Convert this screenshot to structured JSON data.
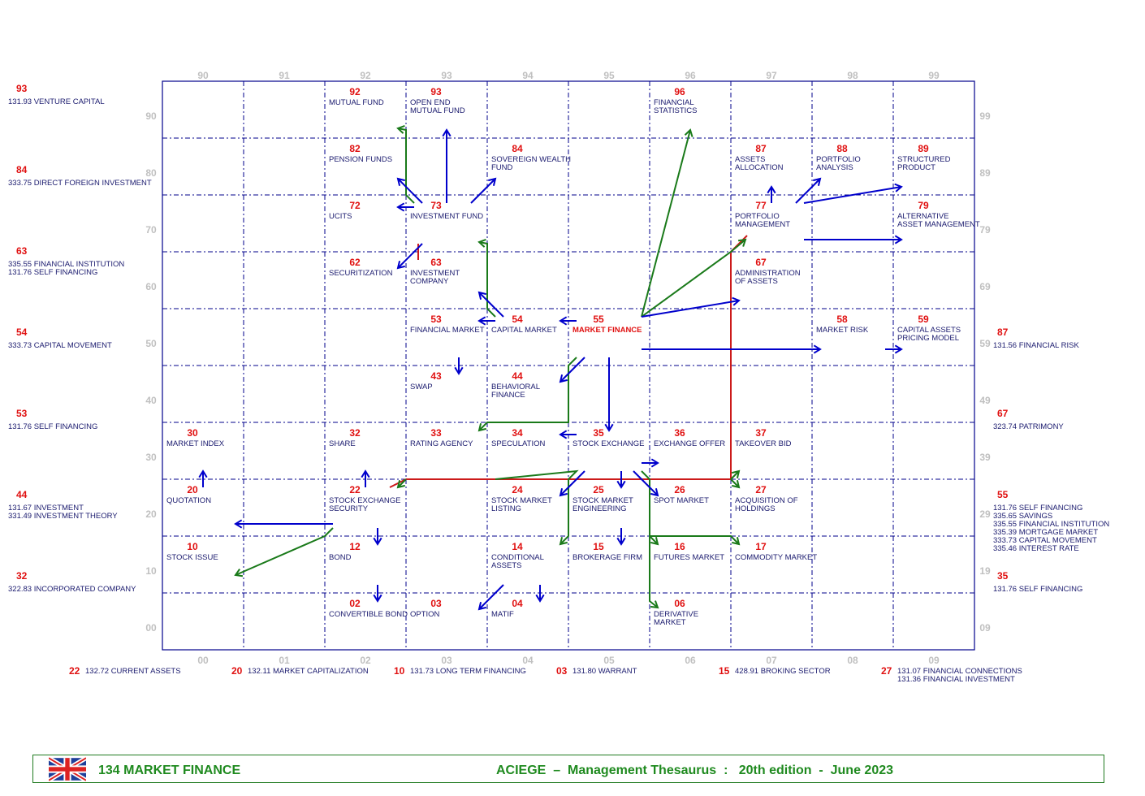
{
  "colors": {
    "grid": "#00008b",
    "axis_label": "#c0c0c0",
    "cell_number": "#e01010",
    "cell_label": "#1a1a6e",
    "arrow_blue": "#0000cc",
    "arrow_green": "#1a7a1a",
    "arrow_red": "#cc1a1a",
    "footer_text": "#1f8a1f"
  },
  "axes": {
    "top": [
      "90",
      "91",
      "92",
      "93",
      "94",
      "95",
      "96",
      "97",
      "98",
      "99"
    ],
    "bottom": [
      "00",
      "01",
      "02",
      "03",
      "04",
      "05",
      "06",
      "07",
      "08",
      "09"
    ],
    "left": [
      "90",
      "80",
      "70",
      "60",
      "50",
      "40",
      "30",
      "20",
      "10",
      "00"
    ],
    "right": [
      "99",
      "89",
      "79",
      "69",
      "59",
      "49",
      "39",
      "29",
      "19",
      "09"
    ]
  },
  "cells": [
    {
      "code": "92",
      "col": 2,
      "row": 0,
      "lines": [
        "MUTUAL FUND"
      ]
    },
    {
      "code": "93",
      "col": 3,
      "row": 0,
      "lines": [
        "OPEN END",
        "MUTUAL FUND"
      ]
    },
    {
      "code": "96",
      "col": 6,
      "row": 0,
      "lines": [
        "FINANCIAL",
        "STATISTICS"
      ]
    },
    {
      "code": "82",
      "col": 2,
      "row": 1,
      "lines": [
        "PENSION FUNDS"
      ]
    },
    {
      "code": "84",
      "col": 4,
      "row": 1,
      "lines": [
        "SOVEREIGN WEALTH",
        "FUND"
      ]
    },
    {
      "code": "87",
      "col": 7,
      "row": 1,
      "lines": [
        "ASSETS",
        "ALLOCATION"
      ]
    },
    {
      "code": "88",
      "col": 8,
      "row": 1,
      "lines": [
        "PORTFOLIO",
        "ANALYSIS"
      ]
    },
    {
      "code": "89",
      "col": 9,
      "row": 1,
      "lines": [
        "STRUCTURED",
        "PRODUCT"
      ]
    },
    {
      "code": "72",
      "col": 2,
      "row": 2,
      "lines": [
        "UCITS"
      ]
    },
    {
      "code": "73",
      "col": 3,
      "row": 2,
      "lines": [
        "INVESTMENT FUND"
      ]
    },
    {
      "code": "77",
      "col": 7,
      "row": 2,
      "lines": [
        "PORTFOLIO",
        "MANAGEMENT"
      ]
    },
    {
      "code": "79",
      "col": 9,
      "row": 2,
      "lines": [
        "ALTERNATIVE",
        "ASSET MANAGEMENT"
      ]
    },
    {
      "code": "62",
      "col": 2,
      "row": 3,
      "lines": [
        "SECURITIZATION"
      ]
    },
    {
      "code": "63",
      "col": 3,
      "row": 3,
      "lines": [
        "INVESTMENT",
        "COMPANY"
      ]
    },
    {
      "code": "67",
      "col": 7,
      "row": 3,
      "lines": [
        "ADMINISTRATION",
        "OF ASSETS"
      ]
    },
    {
      "code": "53",
      "col": 3,
      "row": 4,
      "lines": [
        "FINANCIAL MARKET"
      ]
    },
    {
      "code": "54",
      "col": 4,
      "row": 4,
      "lines": [
        "CAPITAL MARKET"
      ]
    },
    {
      "code": "55",
      "col": 5,
      "row": 4,
      "lines": [
        "MARKET FINANCE"
      ],
      "highlight": true
    },
    {
      "code": "58",
      "col": 8,
      "row": 4,
      "lines": [
        "MARKET RISK"
      ]
    },
    {
      "code": "59",
      "col": 9,
      "row": 4,
      "lines": [
        "CAPITAL ASSETS",
        "PRICING MODEL"
      ]
    },
    {
      "code": "43",
      "col": 3,
      "row": 5,
      "lines": [
        "SWAP"
      ]
    },
    {
      "code": "44",
      "col": 4,
      "row": 5,
      "lines": [
        "BEHAVIORAL",
        "FINANCE"
      ]
    },
    {
      "code": "30",
      "col": 0,
      "row": 6,
      "lines": [
        "MARKET INDEX"
      ]
    },
    {
      "code": "32",
      "col": 2,
      "row": 6,
      "lines": [
        "SHARE"
      ]
    },
    {
      "code": "33",
      "col": 3,
      "row": 6,
      "lines": [
        "RATING AGENCY"
      ]
    },
    {
      "code": "34",
      "col": 4,
      "row": 6,
      "lines": [
        "SPECULATION"
      ]
    },
    {
      "code": "35",
      "col": 5,
      "row": 6,
      "lines": [
        "STOCK EXCHANGE"
      ]
    },
    {
      "code": "36",
      "col": 6,
      "row": 6,
      "lines": [
        "EXCHANGE OFFER"
      ]
    },
    {
      "code": "37",
      "col": 7,
      "row": 6,
      "lines": [
        "TAKEOVER BID"
      ]
    },
    {
      "code": "20",
      "col": 0,
      "row": 7,
      "lines": [
        "QUOTATION"
      ]
    },
    {
      "code": "22",
      "col": 2,
      "row": 7,
      "lines": [
        "STOCK EXCHANGE",
        "SECURITY"
      ]
    },
    {
      "code": "24",
      "col": 4,
      "row": 7,
      "lines": [
        "STOCK MARKET",
        "LISTING"
      ]
    },
    {
      "code": "25",
      "col": 5,
      "row": 7,
      "lines": [
        "STOCK MARKET",
        "ENGINEERING"
      ]
    },
    {
      "code": "26",
      "col": 6,
      "row": 7,
      "lines": [
        "SPOT MARKET"
      ]
    },
    {
      "code": "27",
      "col": 7,
      "row": 7,
      "lines": [
        "ACQUISITION OF",
        "HOLDINGS"
      ]
    },
    {
      "code": "10",
      "col": 0,
      "row": 8,
      "lines": [
        "STOCK ISSUE"
      ]
    },
    {
      "code": "12",
      "col": 2,
      "row": 8,
      "lines": [
        "BOND"
      ]
    },
    {
      "code": "14",
      "col": 4,
      "row": 8,
      "lines": [
        "CONDITIONAL",
        "ASSETS"
      ]
    },
    {
      "code": "15",
      "col": 5,
      "row": 8,
      "lines": [
        "BROKERAGE FIRM"
      ]
    },
    {
      "code": "16",
      "col": 6,
      "row": 8,
      "lines": [
        "FUTURES MARKET"
      ]
    },
    {
      "code": "17",
      "col": 7,
      "row": 8,
      "lines": [
        "COMMODITY MARKET"
      ]
    },
    {
      "code": "02",
      "col": 2,
      "row": 9,
      "lines": [
        "CONVERTIBLE BOND"
      ]
    },
    {
      "code": "03",
      "col": 3,
      "row": 9,
      "lines": [
        "OPTION"
      ]
    },
    {
      "code": "04",
      "col": 4,
      "row": 9,
      "lines": [
        "MATIF"
      ]
    },
    {
      "code": "06",
      "col": 6,
      "row": 9,
      "lines": [
        "DERIVATIVE",
        "MARKET"
      ]
    }
  ],
  "left_refs": [
    {
      "code": "93",
      "lines": [
        "131.93 VENTURE CAPITAL"
      ]
    },
    {
      "code": "84",
      "lines": [
        "333.75 DIRECT FOREIGN INVESTMENT"
      ]
    },
    {
      "code": "63",
      "lines": [
        "335.55 FINANCIAL INSTITUTION",
        "131.76 SELF FINANCING"
      ]
    },
    {
      "code": "54",
      "lines": [
        "333.73 CAPITAL MOVEMENT"
      ]
    },
    {
      "code": "53",
      "lines": [
        "131.76 SELF FINANCING"
      ]
    },
    {
      "code": "44",
      "lines": [
        "131.67 INVESTMENT",
        "331.49 INVESTMENT THEORY"
      ]
    },
    {
      "code": "32",
      "lines": [
        "322.83 INCORPORATED COMPANY"
      ]
    }
  ],
  "right_refs": [
    {
      "code": "87",
      "lines": [
        "131.56 FINANCIAL RISK"
      ]
    },
    {
      "code": "67",
      "lines": [
        "323.74 PATRIMONY"
      ]
    },
    {
      "code": "55",
      "lines": [
        "131.76 SELF FINANCING",
        "335.65 SAVINGS",
        "335.55 FINANCIAL INSTITUTION",
        "335.39 MORTGAGE MARKET",
        "333.73 CAPITAL MOVEMENT",
        "335.46 INTEREST RATE"
      ]
    },
    {
      "code": "35",
      "lines": [
        "131.76 SELF FINANCING"
      ]
    }
  ],
  "bottom_refs": [
    {
      "code": "22",
      "lines": [
        "132.72 CURRENT ASSETS"
      ]
    },
    {
      "code": "20",
      "lines": [
        "132.11 MARKET CAPITALIZATION"
      ]
    },
    {
      "code": "10",
      "lines": [
        "131.73 LONG TERM FINANCING"
      ]
    },
    {
      "code": "03",
      "lines": [
        "131.80 WARRANT"
      ]
    },
    {
      "code": "15",
      "lines": [
        "428.91 BROKING SECTOR"
      ]
    },
    {
      "code": "27",
      "lines": [
        "131.07 FINANCIAL CONNECTIONS",
        "131.36 FINANCIAL INVESTMENT"
      ]
    }
  ],
  "footer": {
    "flag_icon": "uk-flag-icon",
    "topic": "134  MARKET FINANCE",
    "publication": "ACIEGE  –  Management Thesaurus  :   20th edition  -  June 2023"
  }
}
